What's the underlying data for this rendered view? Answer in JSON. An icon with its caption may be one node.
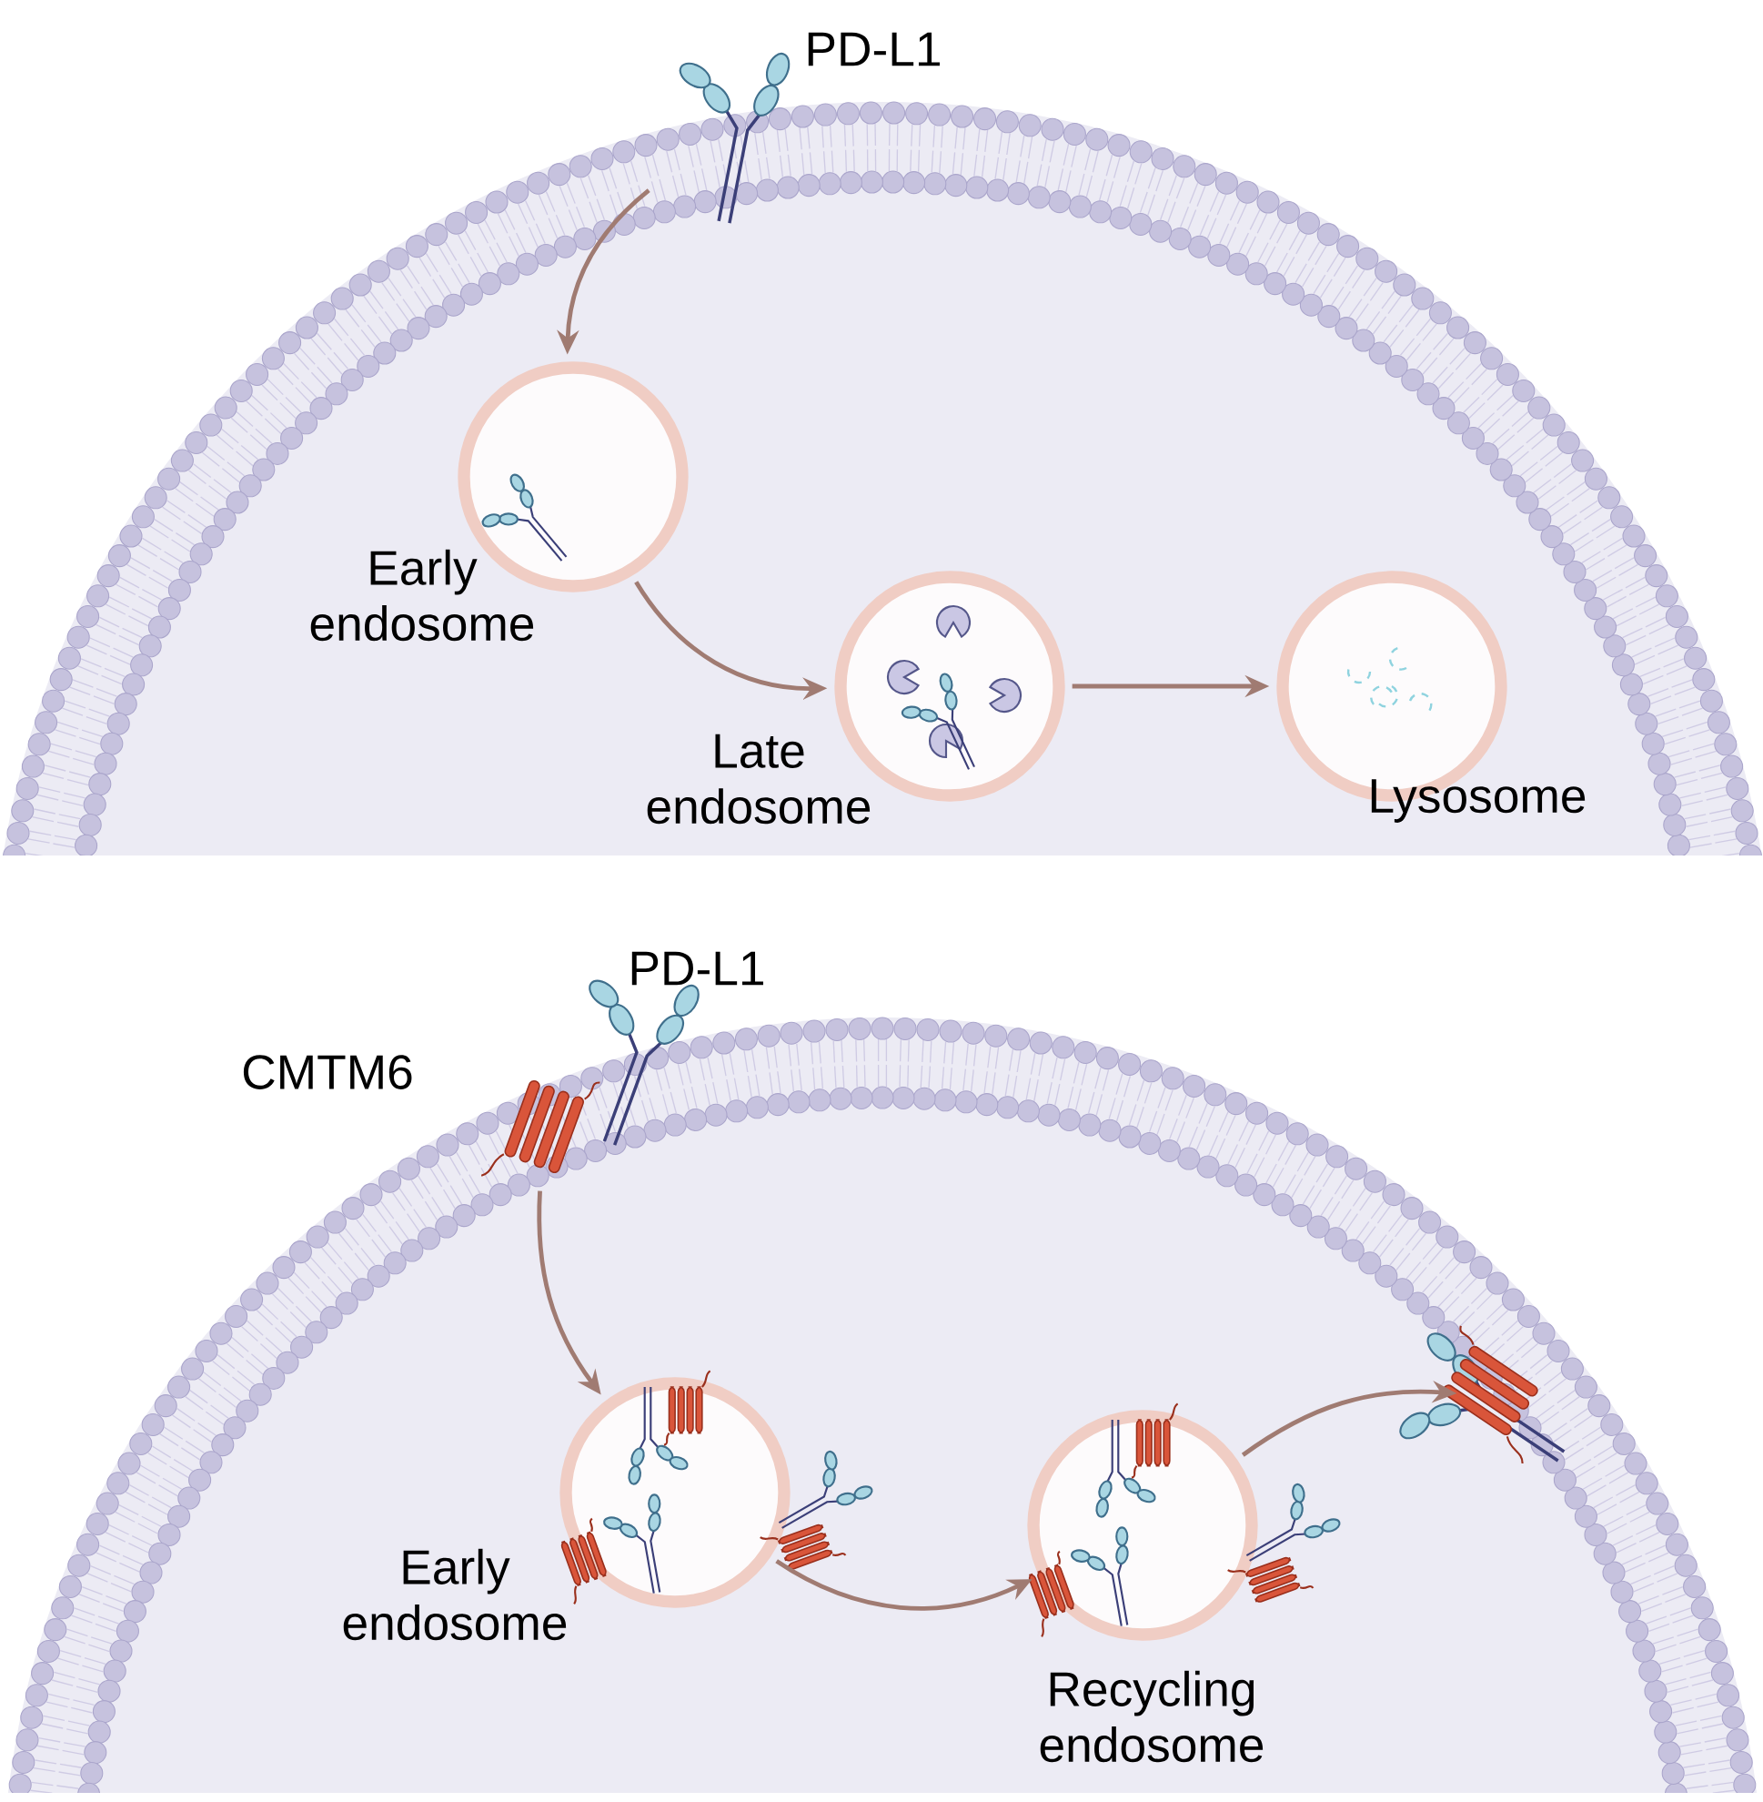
{
  "diagram": {
    "nodes": [
      {
        "text": [],
        "shape": "picture",
        "beside": [
          "PD-L1"
        ]
      },
      {
        "text": [
          "Early endosome"
        ]
      },
      {
        "text": [
          "Late endosome"
        ]
      },
      {
        "text": [
          "Lysosome"
        ]
      },
      {
        "text": [],
        "shape": "picture",
        "beside": [
          "PD-L1",
          "CMTM6"
        ]
      },
      {
        "text": [
          "Early endosome"
        ]
      },
      {
        "text": [
          "Recycling endosome"
        ]
      },
      {
        "text": [],
        "shape": "picture"
      }
    ],
    "edges": [
      {
        "from": 0,
        "to": 1,
        "arrow": "to"
      },
      {
        "from": 1,
        "to": 2,
        "arrow": "to"
      },
      {
        "from": 2,
        "to": 3,
        "arrow": "to"
      },
      {
        "from": 4,
        "to": 5,
        "arrow": "to"
      },
      {
        "from": 5,
        "to": 6,
        "arrow": "to"
      },
      {
        "from": 6,
        "to": 7,
        "arrow": "to"
      }
    ]
  }
}
